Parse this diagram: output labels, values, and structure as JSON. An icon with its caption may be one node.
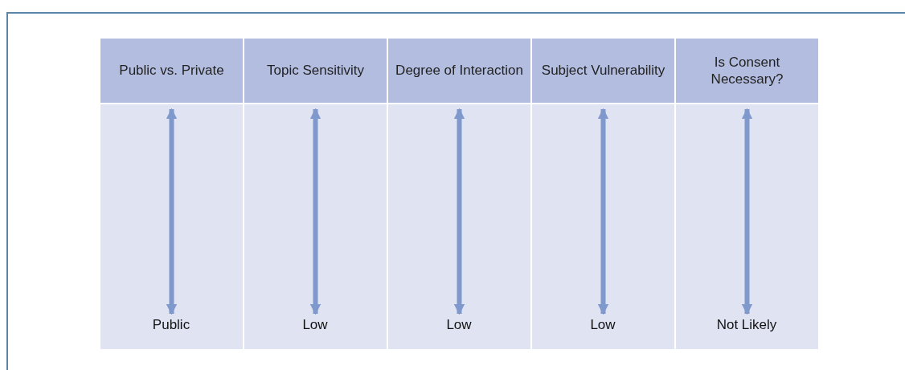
{
  "diagram": {
    "nodes": [
      {
        "text": [
          "Public vs. Private"
        ]
      },
      {
        "text": [
          "Topic Sensitivity"
        ]
      },
      {
        "text": [
          "Degree of Interaction"
        ]
      },
      {
        "text": [
          "Subject Vulnerability"
        ]
      },
      {
        "text": [
          "Is Consent Necessary?"
        ]
      },
      {
        "text": [
          "Public"
        ]
      },
      {
        "text": [
          "Low"
        ]
      },
      {
        "text": [
          "Low"
        ]
      },
      {
        "text": [
          "Low"
        ]
      },
      {
        "text": [
          "Not Likely"
        ]
      }
    ],
    "edges": [
      {
        "from": 0,
        "to": 5,
        "arrow": "both"
      },
      {
        "from": 1,
        "to": 6,
        "arrow": "both"
      },
      {
        "from": 2,
        "to": 7,
        "arrow": "both"
      },
      {
        "from": 3,
        "to": 8,
        "arrow": "both"
      },
      {
        "from": 4,
        "to": 9,
        "arrow": "both"
      }
    ]
  }
}
